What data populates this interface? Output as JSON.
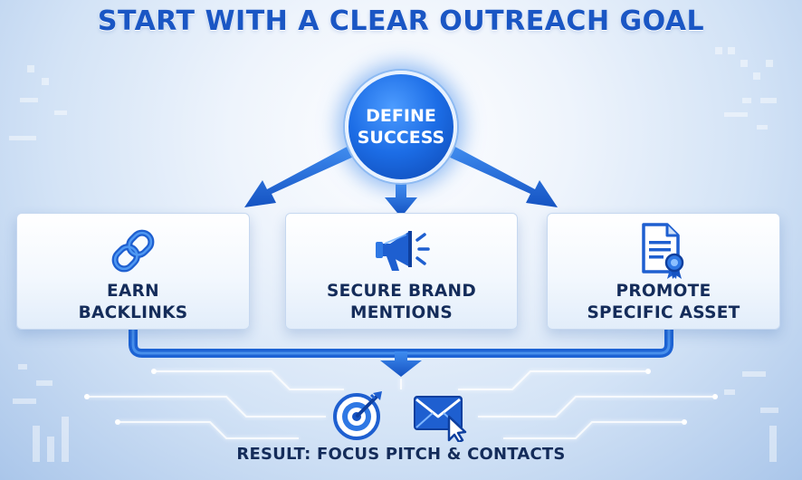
{
  "title": "START WITH A CLEAR OUTREACH GOAL",
  "hub": {
    "line1": "DEFINE",
    "line2": "SUCCESS"
  },
  "goals": [
    {
      "line1": "EARN",
      "line2": "BACKLINKS",
      "icon": "link-chain-icon"
    },
    {
      "line1": "SECURE BRAND",
      "line2": "MENTIONS",
      "icon": "megaphone-icon"
    },
    {
      "line1": "PROMOTE",
      "line2": "SPECIFIC ASSET",
      "icon": "certificate-document-icon"
    }
  ],
  "result": {
    "label": "RESULT: FOCUS PITCH & CONTACTS",
    "icons": [
      "target-icon",
      "envelope-cursor-icon"
    ]
  },
  "colors": {
    "accent": "#1a56c4",
    "hub": "#1c6de6",
    "text": "#142c5a",
    "arrow": "#1f6ad8",
    "circuit": "#ffffff"
  }
}
